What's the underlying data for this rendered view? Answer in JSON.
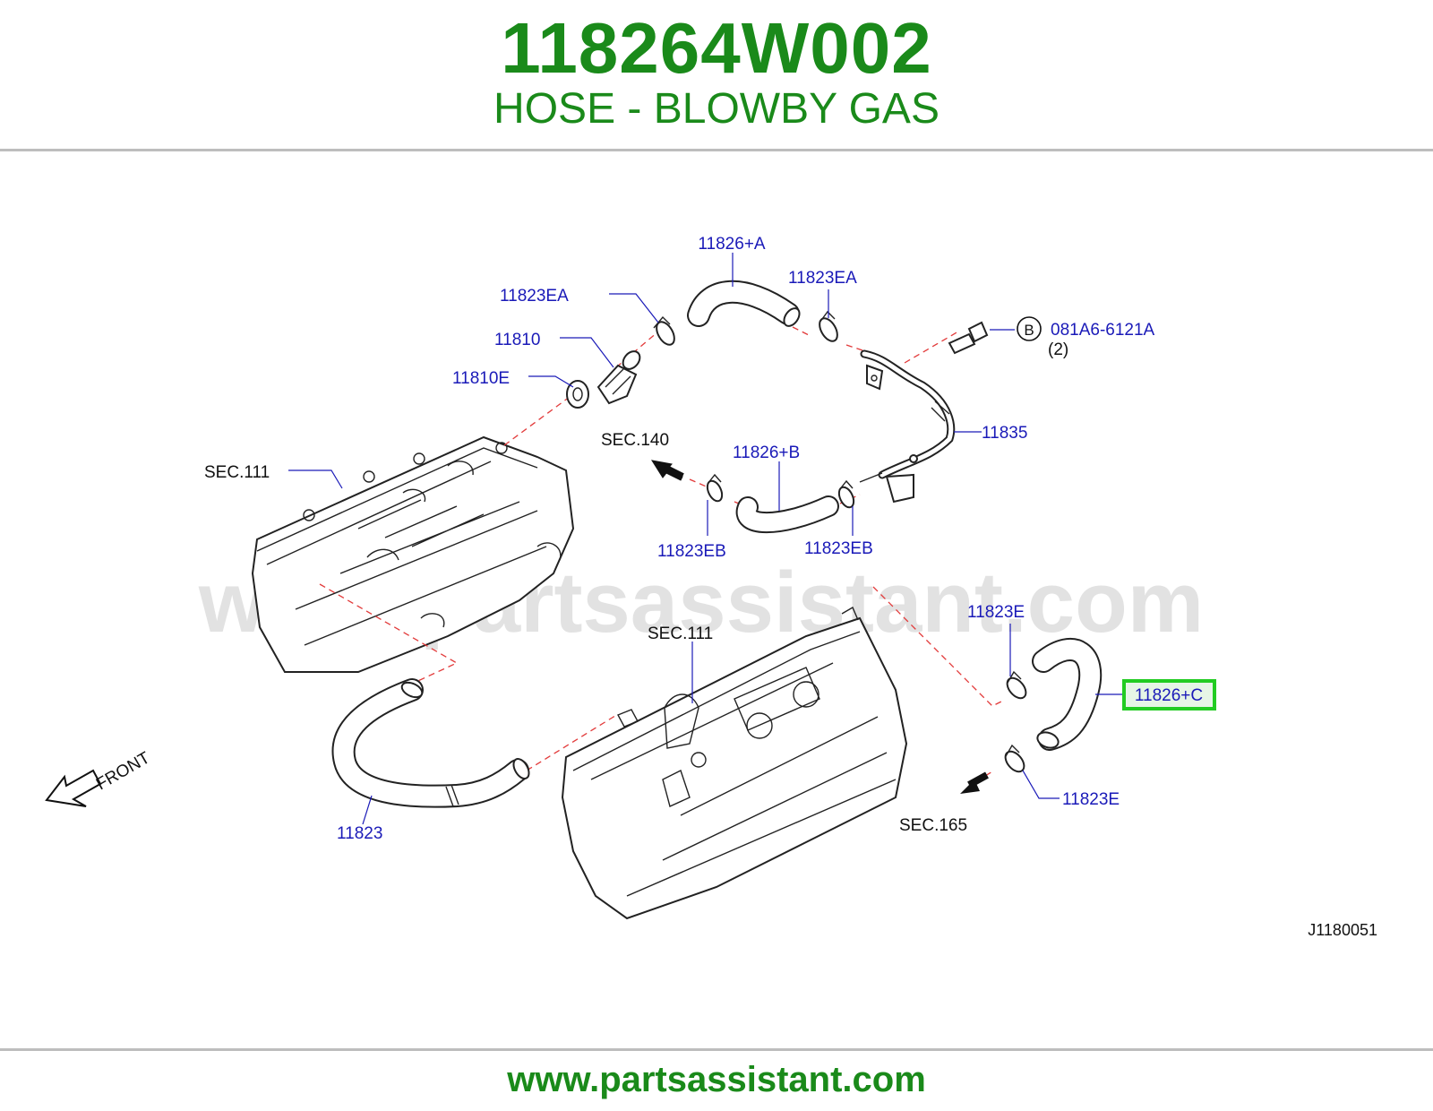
{
  "header": {
    "part_number": "118264W002",
    "part_name": "HOSE - BLOWBY GAS",
    "color": "#1a8a1a"
  },
  "diagram": {
    "watermark": "www.partsassistant.com",
    "figure_code": "J1180051",
    "highlight_color": "#22cc22",
    "highlight_fill": "#e6f5e6",
    "labels": {
      "hose_a": "11826+A",
      "clamp_ea_left": "11823EA",
      "clamp_ea_right": "11823EA",
      "valve": "11810",
      "grommet": "11810E",
      "bolt": "081A6-6121A",
      "bolt_qty": "(2)",
      "bolt_ref": "B",
      "tube": "11835",
      "sec140": "SEC.140",
      "hose_b": "11826+B",
      "clamp_eb_left": "11823EB",
      "clamp_eb_right": "11823EB",
      "sec111_left": "SEC.111",
      "sec111_right": "SEC.111",
      "clamp_e_top": "11823E",
      "hose_c": "11826+C",
      "clamp_e_bottom": "11823E",
      "sec165": "SEC.165",
      "hose_main": "11823",
      "front": "FRONT"
    }
  },
  "footer": {
    "url": "www.partsassistant.com"
  }
}
